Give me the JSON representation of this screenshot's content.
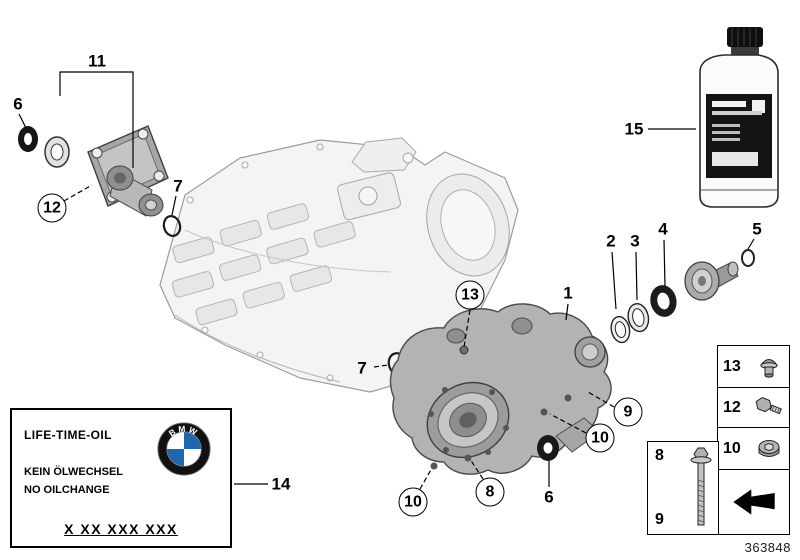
{
  "figure": {
    "part_number": "363848"
  },
  "callouts": [
    {
      "label": "6"
    },
    {
      "label": "11"
    },
    {
      "label": "12"
    },
    {
      "label": "7"
    },
    {
      "label": "15"
    },
    {
      "label": "2"
    },
    {
      "label": "3"
    },
    {
      "label": "4"
    },
    {
      "label": "5"
    },
    {
      "label": "13"
    },
    {
      "label": "1"
    },
    {
      "label": "7"
    },
    {
      "label": "9"
    },
    {
      "label": "10"
    },
    {
      "label": "8"
    },
    {
      "label": "10"
    },
    {
      "label": "6"
    },
    {
      "label": "14"
    }
  ],
  "label_box": {
    "title": "LIFE-TIME-OIL",
    "line_de": "KEIN ÖLWECHSEL",
    "line_en": "NO OILCHANGE",
    "code": "X XX XXX XXX",
    "logo": {
      "text": "BMW",
      "blue": "#2167ae",
      "icon": "bmw-roundel-icon"
    }
  },
  "hardware_table": {
    "items": [
      {
        "num": "13",
        "icon": "breather-plug-icon"
      },
      {
        "num": "12",
        "icon": "hex-flange-bolt-icon"
      },
      {
        "num": "10",
        "icon": "screw-plug-icon"
      },
      {
        "num": "8",
        "icon": "long-bolt-icon"
      },
      {
        "num": "9",
        "icon": "long-bolt-icon"
      },
      {
        "num": "",
        "icon": "direction-arrow-icon"
      }
    ]
  }
}
